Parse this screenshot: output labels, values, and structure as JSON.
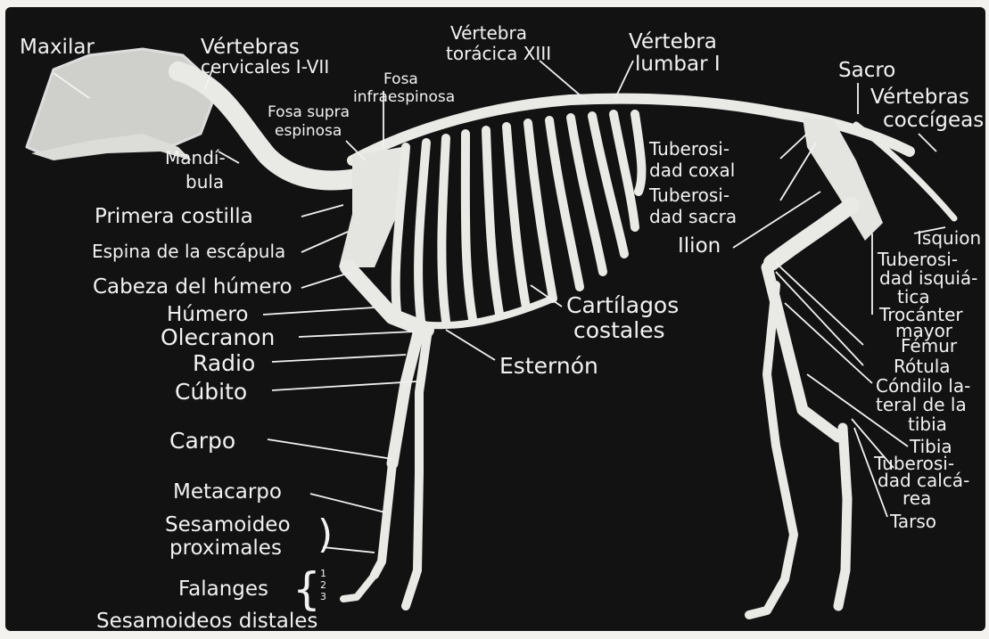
{
  "labels": {
    "maxilar": "Maxilar",
    "vert_cerv_1": "Vértebras",
    "vert_cerv_2": "cervicales I-VII",
    "vert_tor_1": "Vértebra",
    "vert_tor_2": "torácica XIII",
    "vert_lum_1": "Vértebra",
    "vert_lum_2": "lumbar I",
    "fosa_infra_1": "Fosa",
    "fosa_infra_2": "infraespinosa",
    "fosa_supra_1": "Fosa supra",
    "fosa_supra_2": "espinosa",
    "sacro": "Sacro",
    "vert_cocc_1": "Vértebras",
    "vert_cocc_2": "coccígeas",
    "mandibula_1": "Mandí-",
    "mandibula_2": "bula",
    "tub_coxal_1": "Tuberosi-",
    "tub_coxal_2": "dad coxal",
    "tub_sacra_1": "Tuberosi-",
    "tub_sacra_2": "dad sacra",
    "primera_costilla": "Primera costilla",
    "espina_escapula": "Espina de la escápula",
    "ilion": "Ilion",
    "isquion": "Isquion",
    "tub_isq_1": "Tuberosi-",
    "tub_isq_2": "dad isquiá-",
    "tub_isq_3": "tica",
    "cabeza_humero": "Cabeza del húmero",
    "trocanter_1": "Trocánter",
    "trocanter_2": "mayor",
    "humero": "Húmero",
    "cartilagos_1": "Cartílagos",
    "cartilagos_2": "costales",
    "olecranon": "Olecranon",
    "femur": "Fémur",
    "radio": "Radio",
    "esternon": "Esternón",
    "rotula": "Rótula",
    "cubito": "Cúbito",
    "condilo_1": "Cóndilo la-",
    "condilo_2": "teral de la",
    "condilo_3": "tibia",
    "carpo": "Carpo",
    "tibia": "Tibia",
    "tub_calc_1": "Tuberosi-",
    "tub_calc_2": "dad calcá-",
    "tub_calc_3": "rea",
    "metacarpo": "Metacarpo",
    "tarso": "Tarso",
    "ses_prox_1": "Sesamoideo",
    "ses_prox_2": "proximales",
    "falanges": "Falanges",
    "falanges_n1": "1",
    "falanges_n2": "2",
    "falanges_n3": "3",
    "ses_distales": "Sesamoideos distales"
  }
}
